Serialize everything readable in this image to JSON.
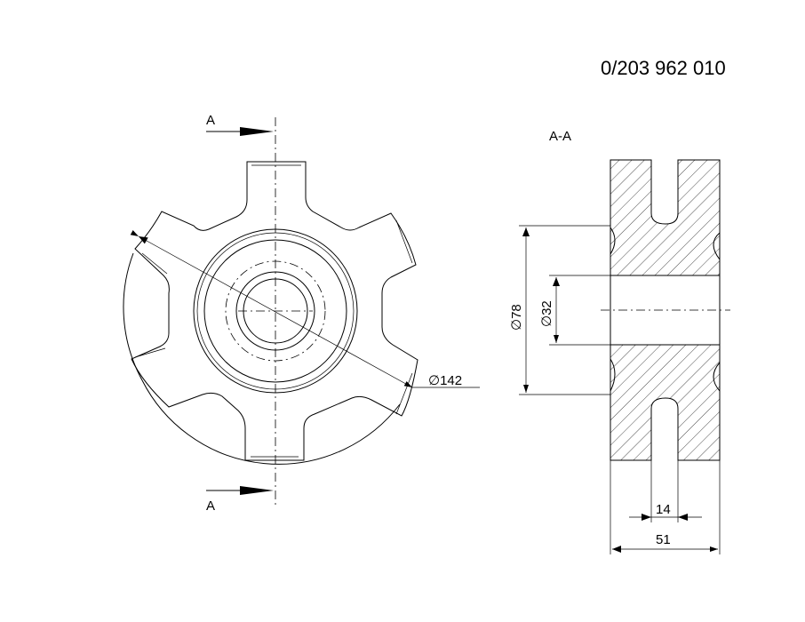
{
  "drawing": {
    "part_number": "0/203 962 010",
    "section_label": "A-A",
    "cut_label_top": "A",
    "cut_label_bottom": "A"
  },
  "dimensions": {
    "outer_diameter": "∅142",
    "hub_diameter": "∅78",
    "bore_diameter": "∅32",
    "slot_width": "14",
    "total_width": "51"
  }
}
